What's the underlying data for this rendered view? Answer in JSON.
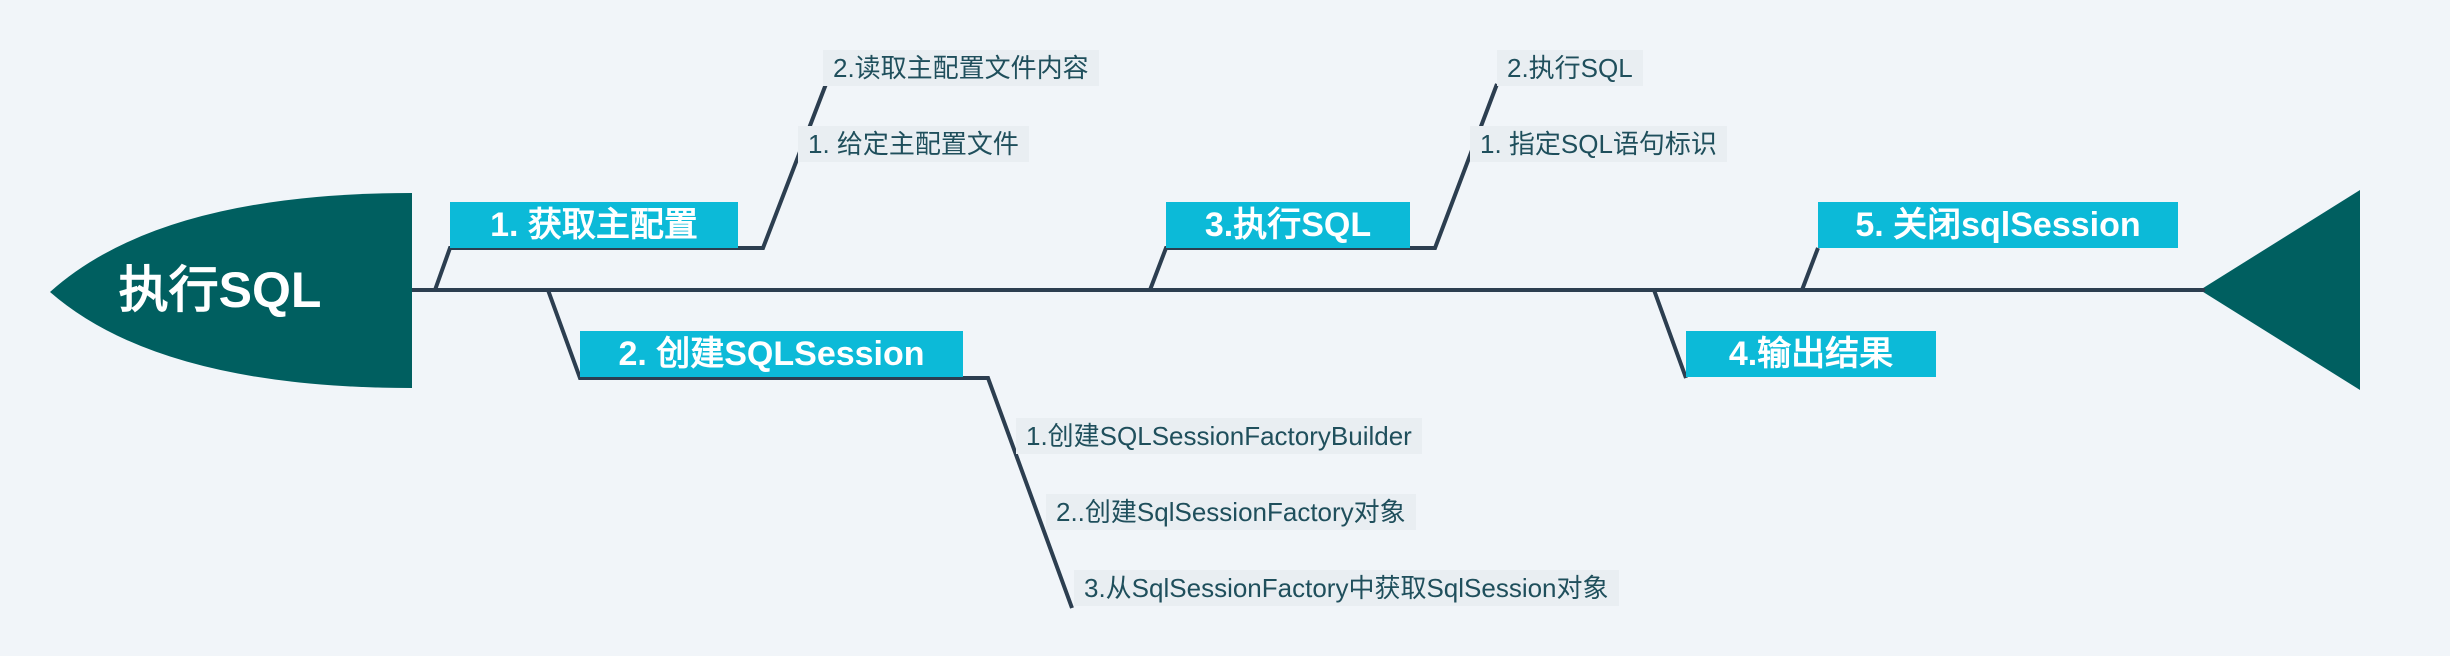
{
  "head": {
    "label": "执行SQL"
  },
  "colors": {
    "fish": "#005f60",
    "spine": "#2c3e50",
    "topic_bg": "#0cbad8",
    "topic_text": "#ffffff",
    "subtopic_bg": "#e9eef2",
    "subtopic_text": "#1f4f5c",
    "background": "#f1f5f9"
  },
  "topics": [
    {
      "label": "1. 获取主配置",
      "subtopics": [
        "2.读取主配置文件内容",
        "1. 给定主配置文件"
      ]
    },
    {
      "label": "2. 创建SQLSession",
      "subtopics": [
        "1.创建SQLSessionFactoryBuilder",
        "2..创建SqlSessionFactory对象",
        "3.从SqlSessionFactory中获取SqlSession对象"
      ]
    },
    {
      "label": "3.执行SQL",
      "subtopics": [
        "2.执行SQL",
        "1. 指定SQL语句标识"
      ]
    },
    {
      "label": "4.输出结果",
      "subtopics": []
    },
    {
      "label": "5. 关闭sqlSession",
      "subtopics": []
    }
  ]
}
